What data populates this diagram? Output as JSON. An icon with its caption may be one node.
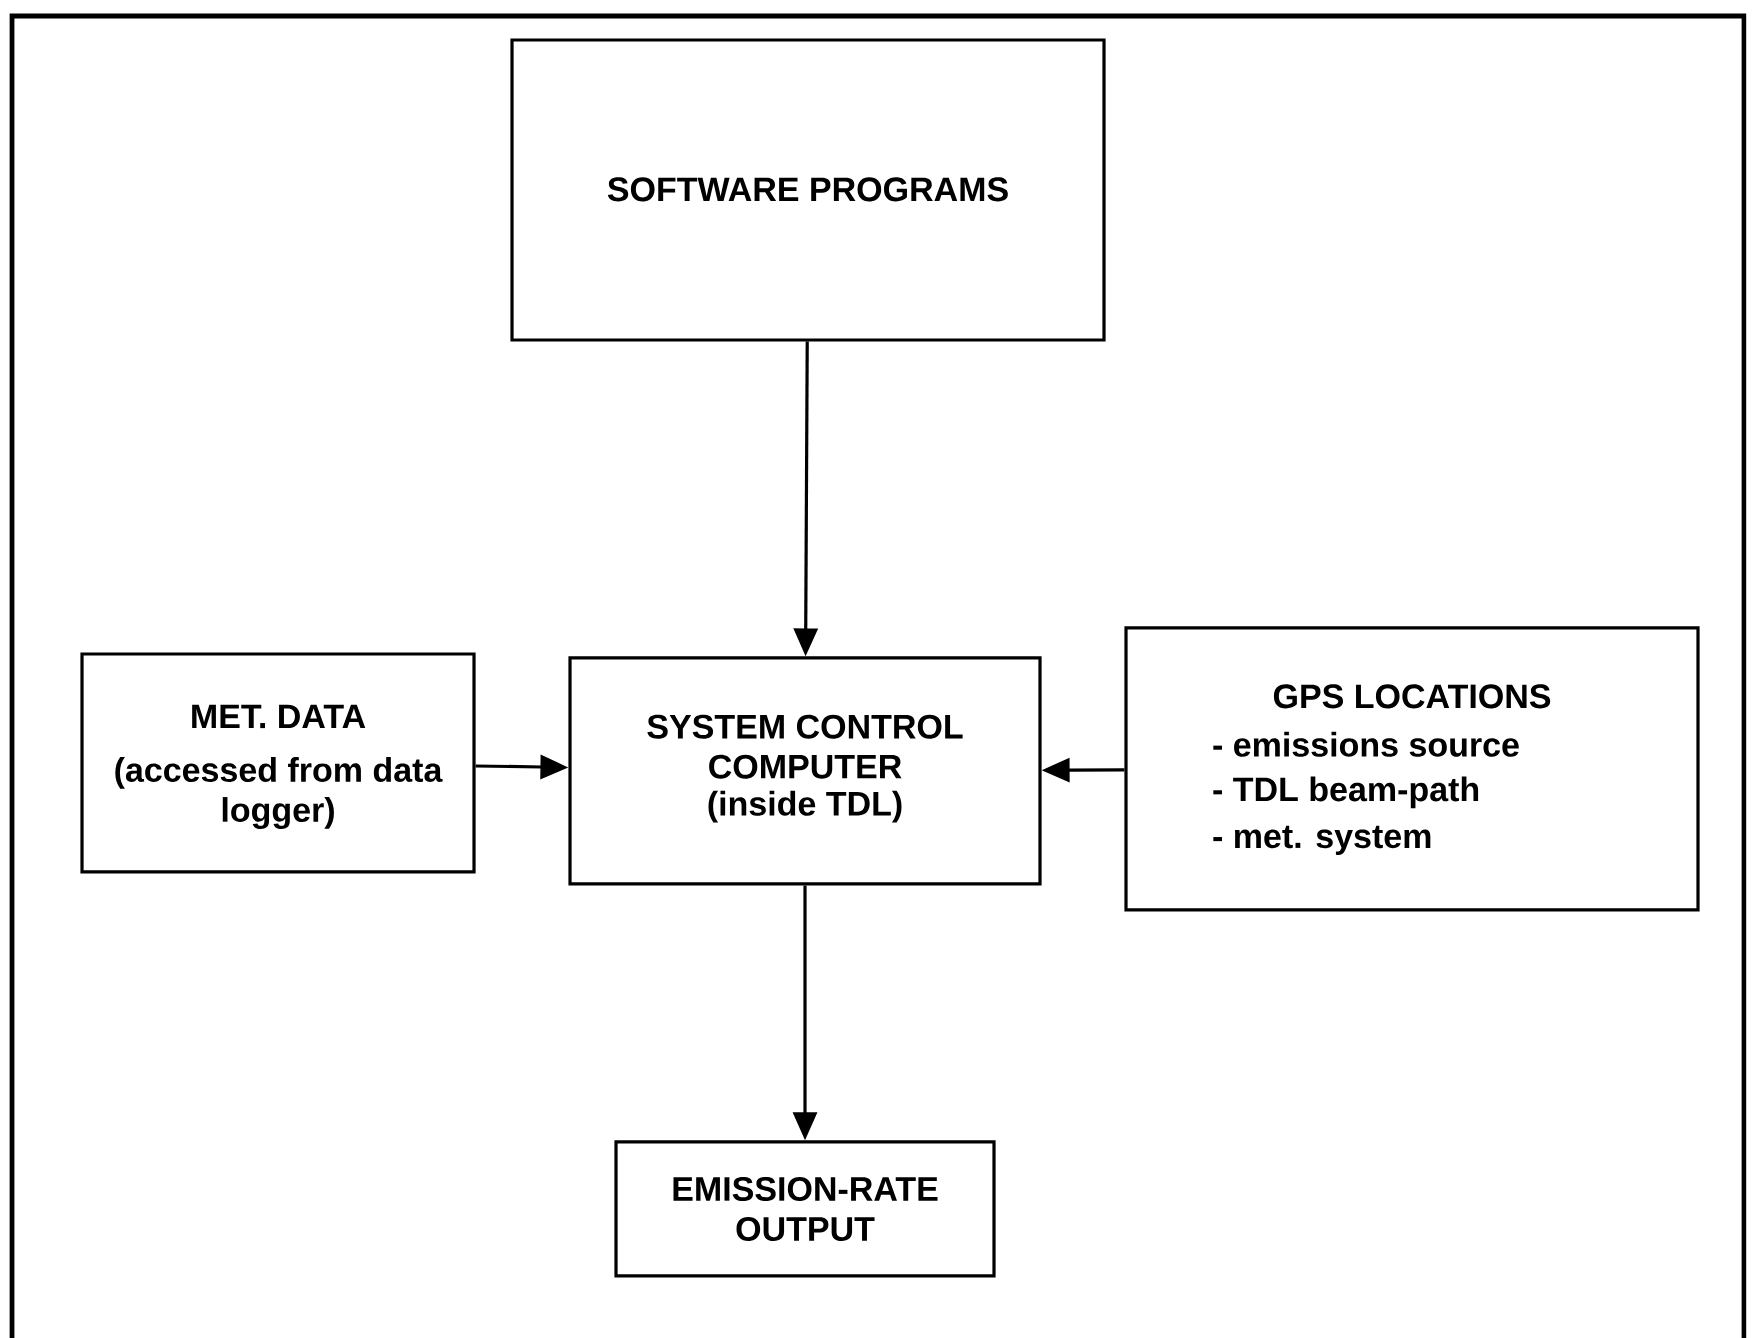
{
  "diagram": {
    "nodes": [
      {
        "text": [
          "SOFTWARE PROGRAMS"
        ]
      },
      {
        "text": [
          "MET. DATA",
          "(accessed from data logger)"
        ]
      },
      {
        "text": [
          "SYSTEM CONTROL COMPUTER",
          "(inside TDL)"
        ]
      },
      {
        "text": [
          "GPS LOCATIONS",
          "- emissions source",
          "- TDL beam-path",
          "- met. system"
        ]
      },
      {
        "text": [
          "EMISSION-RATE OUTPUT"
        ]
      }
    ],
    "edges": [
      {
        "from": 0,
        "to": 2,
        "arrow": "to"
      },
      {
        "from": 1,
        "to": 2,
        "arrow": "to"
      },
      {
        "from": 3,
        "to": 2,
        "arrow": "to"
      },
      {
        "from": 2,
        "to": 4,
        "arrow": "to"
      }
    ]
  }
}
